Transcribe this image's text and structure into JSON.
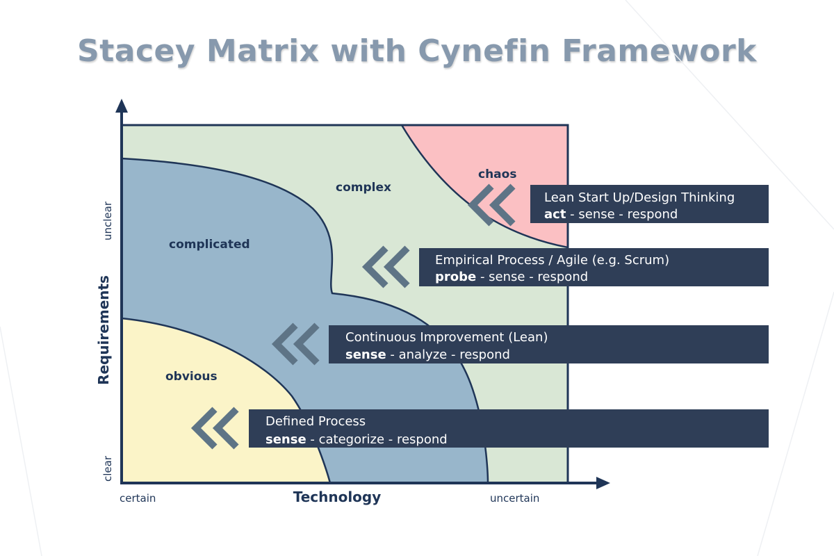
{
  "title": "Stacey Matrix with Cynefin Framework",
  "colors": {
    "complex": "#d9e7d5",
    "complicated": "#98b6cb",
    "obvious": "#fbf4c8",
    "chaos": "#fbc0c3",
    "outline": "#1f3557",
    "band": "#2f3e57",
    "chevron": "#5e7486",
    "title": "#8799ad"
  },
  "axes": {
    "x_title": "Technology",
    "x_start": "certain",
    "x_end": "uncertain",
    "y_title": "Requirements",
    "y_start": "clear",
    "y_end": "unclear"
  },
  "regions": {
    "chaos": "chaos",
    "complex": "complex",
    "complicated": "complicated",
    "obvious": "obvious"
  },
  "bands": [
    {
      "title": "Lean Start Up/Design Thinking",
      "keyword": "act",
      "rest": " - sense - respond"
    },
    {
      "title": "Empirical Process / Agile (e.g. Scrum)",
      "keyword": "probe",
      "rest": " - sense - respond"
    },
    {
      "title": "Continuous Improvement (Lean)",
      "keyword": "sense",
      "rest": " - analyze - respond"
    },
    {
      "title": "Defined Process",
      "keyword": "sense",
      "rest": " - categorize - respond"
    }
  ]
}
